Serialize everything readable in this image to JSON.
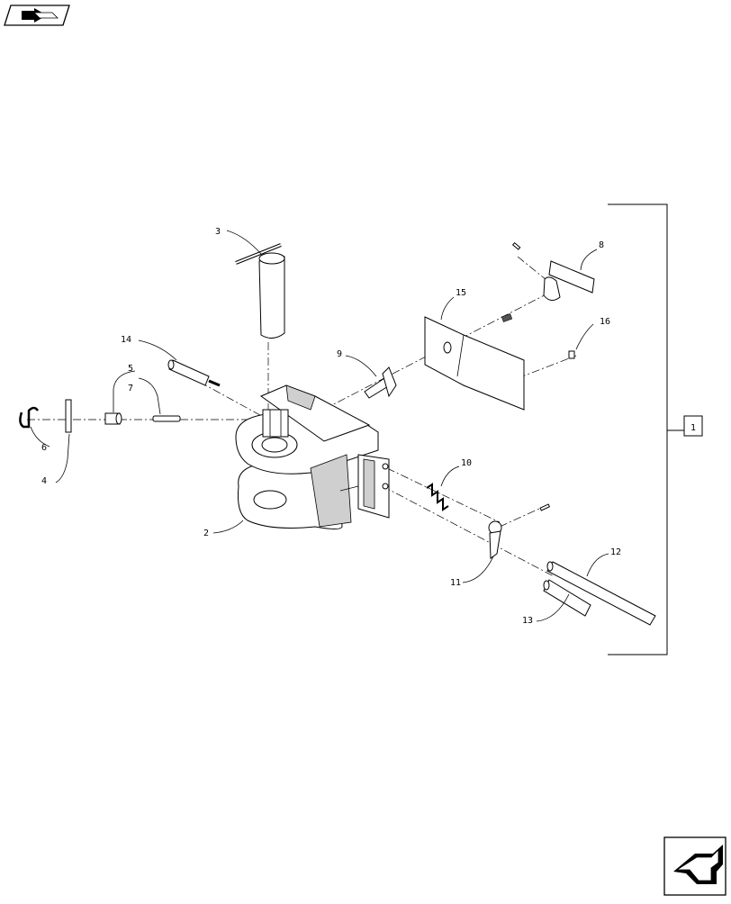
{
  "callouts": [
    "1",
    "2",
    "3",
    "4",
    "5",
    "6",
    "7",
    "8",
    "9",
    "10",
    "11",
    "12",
    "13",
    "14",
    "15",
    "16"
  ],
  "nav": {
    "prev_icon": "back-arrow-icon",
    "next_icon": "forward-arrow-icon"
  },
  "colors": {
    "line": "#000000",
    "background": "#ffffff"
  }
}
